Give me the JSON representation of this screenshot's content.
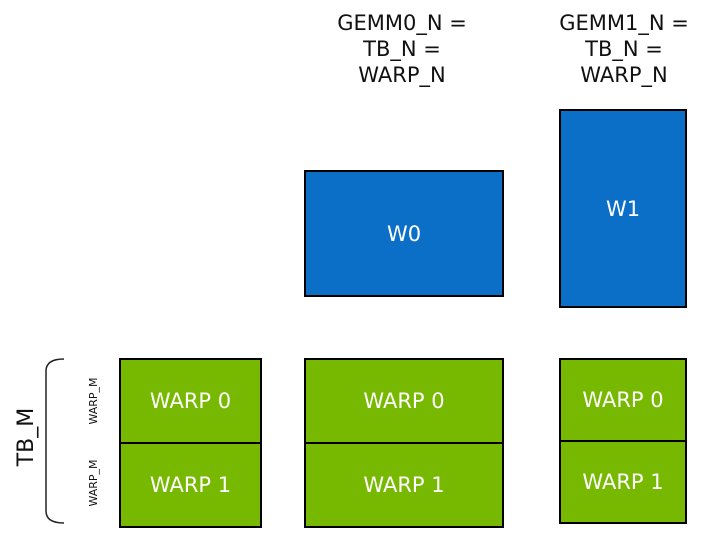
{
  "headers": {
    "gemm0": [
      "GEMM0_N =",
      "TB_N =",
      "WARP_N"
    ],
    "gemm1": [
      "GEMM1_N =",
      "TB_N =",
      "WARP_N"
    ]
  },
  "weights": {
    "w0": "W0",
    "w1": "W1"
  },
  "warps": {
    "warp0": "WARP 0",
    "warp1": "WARP 1"
  },
  "left_labels": {
    "tb_m": "TB_M",
    "warp_m": "WARP_M"
  },
  "colors": {
    "blue": "#0b6fc7",
    "green": "#76b900"
  }
}
